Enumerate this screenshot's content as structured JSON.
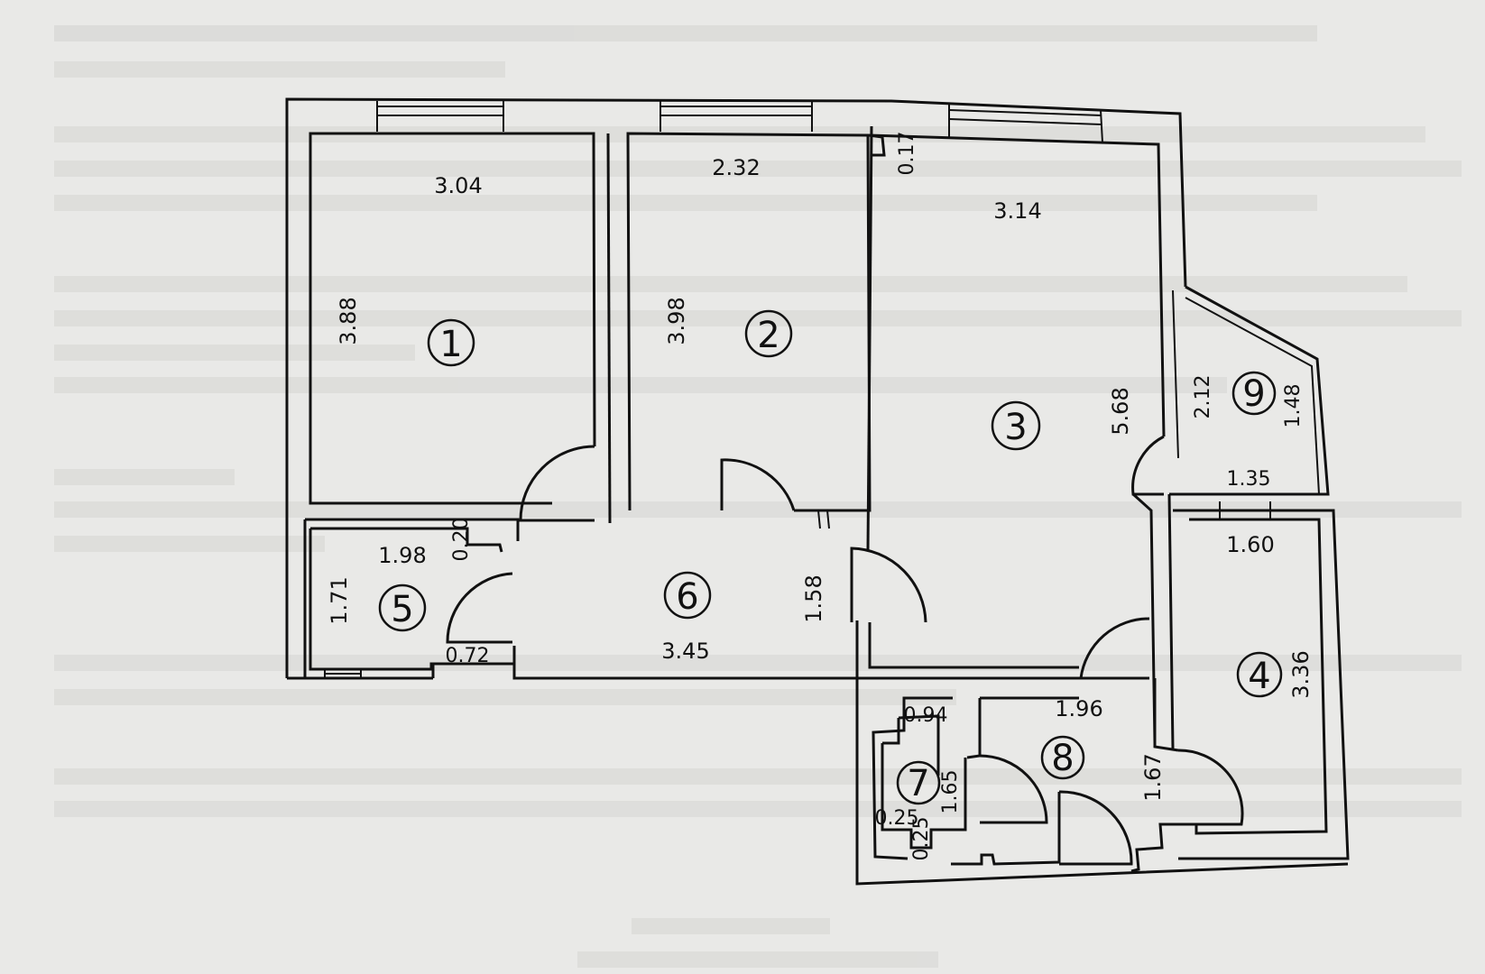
{
  "rooms": [
    {
      "number": "1",
      "width": "3.04",
      "length": "3.88"
    },
    {
      "number": "2",
      "width": "2.32",
      "length": "3.98"
    },
    {
      "number": "3",
      "width": "3.14",
      "length": "5.68",
      "niche": "0.17"
    },
    {
      "number": "4",
      "width": "1.60",
      "length": "3.36"
    },
    {
      "number": "5",
      "width": "1.98",
      "length": "1.71",
      "niche_w": "0.72",
      "niche_h": "0.20"
    },
    {
      "number": "6",
      "width": "3.45",
      "length": "1.58"
    },
    {
      "number": "7",
      "width": "0.94",
      "length": "1.65",
      "niche_w": "0.25",
      "niche_h": "0.25"
    },
    {
      "number": "8",
      "width": "1.96",
      "length": "1.67"
    },
    {
      "number": "9",
      "width": "1.35",
      "length": "2.12",
      "side": "1.48"
    }
  ]
}
